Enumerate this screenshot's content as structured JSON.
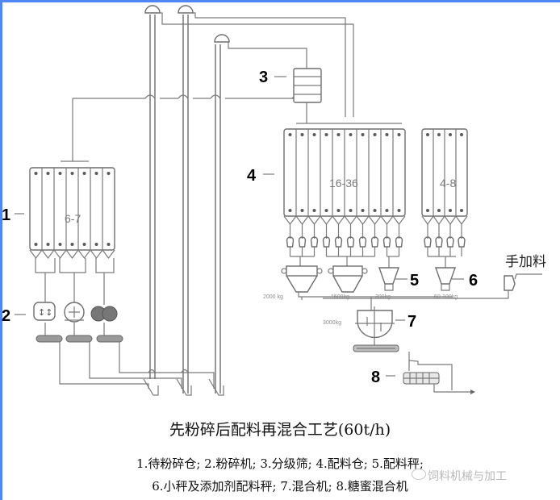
{
  "diagram": {
    "type": "process flow diagram",
    "title": "先粉碎后配料再混合工艺(60t/h)",
    "legend_line1": "1.待粉碎仓; 2.粉碎机; 3.分级筛; 4.配料仓; 5.配料秤;",
    "legend_line2": "6.小秤及添加剂配料秤; 7.混合机; 8.糖蜜混合机",
    "callouts": [
      "1",
      "2",
      "3",
      "4",
      "5",
      "6",
      "7",
      "8"
    ],
    "bin_groups": {
      "pre_grind_bins": "6-7",
      "batching_bins": "16-36",
      "small_bins": "4-8"
    },
    "manual_addition_label": "手加料",
    "scale_capacities": [
      "2000 kg",
      "1500kg",
      "300kg",
      "50-100kg"
    ],
    "mixer_capacity": "3000kg",
    "watermark": "饲料机械与加工",
    "colors": {
      "frame": "#4f86f7",
      "line": "#7a7a7a",
      "text": "#111111",
      "watermark": "#b9b9b9"
    }
  }
}
